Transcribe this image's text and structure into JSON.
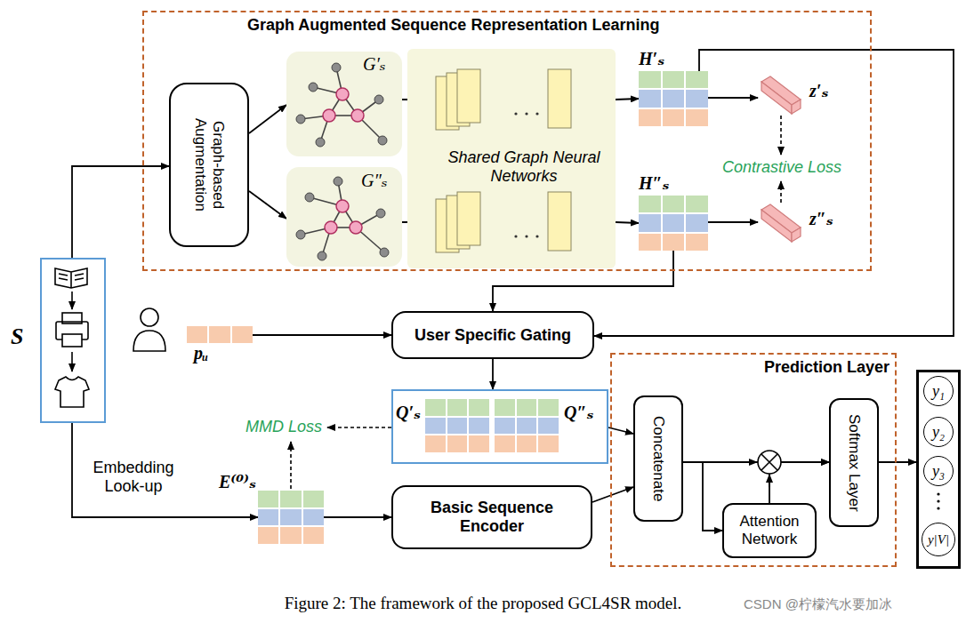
{
  "diagram": {
    "caption": "Figure 2: The framework of the proposed GCL4SR model.",
    "nodes": [
      {
        "text": [
          "Graph Augmented Sequence Representation Learning"
        ]
      },
      {
        "text": [
          "Graph-based Augmentation"
        ],
        "in": 0
      },
      {
        "text": [
          "G′ₛ"
        ],
        "in": 0
      },
      {
        "text": [
          "G″ₛ"
        ],
        "in": 0
      },
      {
        "text": [
          "Shared Graph Neural Networks"
        ],
        "in": 0
      },
      {
        "text": [
          "H′ₛ"
        ],
        "in": 0
      },
      {
        "text": [
          "H″ₛ"
        ],
        "in": 0
      },
      {
        "text": [
          "z′ₛ"
        ],
        "in": 0
      },
      {
        "text": [
          "z″ₛ"
        ],
        "in": 0
      },
      {
        "text": [
          "S"
        ]
      },
      {
        "text": [
          "pᵤ"
        ]
      },
      {
        "text": [
          "User Specific Gating"
        ]
      },
      {
        "text": [
          "Q′ₛ",
          "Q″ₛ"
        ]
      },
      {
        "text": [
          "E⁽⁰⁾ₛ"
        ]
      },
      {
        "text": [
          "Basic Sequence Encoder"
        ]
      },
      {
        "text": [
          "Prediction Layer"
        ]
      },
      {
        "text": [
          "Concatenate"
        ],
        "in": 15
      },
      {
        "text": [
          "Attention Network"
        ],
        "in": 15
      },
      {
        "text": [
          "Softmax Layer"
        ],
        "in": 15
      },
      {
        "text": []
      },
      {
        "text": [
          "y₁"
        ],
        "in": 19
      },
      {
        "text": [
          "y₂"
        ],
        "in": 19
      },
      {
        "text": [
          "y₃"
        ],
        "in": 19
      },
      {
        "text": [
          "y|V|"
        ],
        "in": 19
      }
    ],
    "edges": [
      {
        "from": 9,
        "to": 1,
        "arrow": "to"
      },
      {
        "from": 1,
        "to": 2,
        "arrow": "to"
      },
      {
        "from": 1,
        "to": 3,
        "arrow": "to"
      },
      {
        "from": 2,
        "to": 4,
        "arrow": "to"
      },
      {
        "from": 3,
        "to": 4,
        "arrow": "to"
      },
      {
        "from": 4,
        "to": 5,
        "arrow": "to"
      },
      {
        "from": 4,
        "to": 6,
        "arrow": "to"
      },
      {
        "from": 5,
        "to": 7,
        "arrow": "to"
      },
      {
        "from": 6,
        "to": 8,
        "arrow": "to"
      },
      {
        "from": 5,
        "to": 11,
        "arrow": "to"
      },
      {
        "from": 6,
        "to": 11,
        "arrow": "to"
      },
      {
        "from": 10,
        "to": 11,
        "arrow": "to"
      },
      {
        "from": 11,
        "to": 12,
        "arrow": "to"
      },
      {
        "from": 9,
        "to": 13,
        "label": "Embedding Look-up",
        "arrow": "to"
      },
      {
        "from": 13,
        "to": 14,
        "arrow": "to"
      },
      {
        "from": 12,
        "to": 16,
        "arrow": "to"
      },
      {
        "from": 14,
        "to": 16,
        "arrow": "to"
      },
      {
        "from": 16,
        "to": 18,
        "arrow": "to"
      },
      {
        "from": 16,
        "to": 17,
        "arrow": "to"
      },
      {
        "from": 17,
        "to": 18,
        "arrow": "to"
      },
      {
        "from": 18,
        "to": 19,
        "arrow": "to"
      }
    ],
    "labels": [
      "Contrastive Loss",
      "MMD Loss",
      "CSDN @柠檬汽水要加冰"
    ]
  }
}
